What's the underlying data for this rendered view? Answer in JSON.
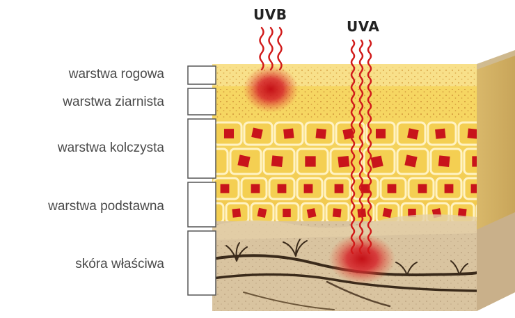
{
  "rays": {
    "uvb": {
      "label": "UVB"
    },
    "uva": {
      "label": "UVA"
    }
  },
  "layers": [
    {
      "label": "warstwa rogowa"
    },
    {
      "label": "warstwa ziarnista"
    },
    {
      "label": "warstwa kolczysta"
    },
    {
      "label": "warstwa podstawna"
    },
    {
      "label": "skóra właściwa"
    }
  ],
  "colors": {
    "epidermis": "#f5d55a",
    "epidermis_dark": "#e2a83a",
    "cell_wall": "#fff3c4",
    "nucleus": "#c8141b",
    "dermis": "#dcc7a4",
    "dermis_dark": "#b89c74",
    "ray": "#d11a1a",
    "vessel": "#3a2a1a"
  }
}
